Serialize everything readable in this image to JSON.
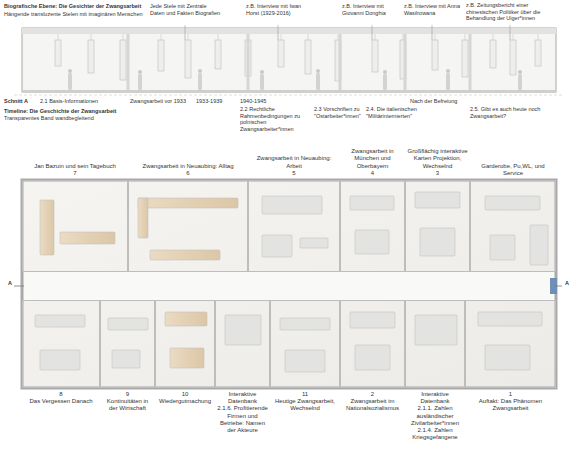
{
  "diagram": {
    "nodes": [
      {
        "text": [
          "Jan Bazuin und sein Tagebuch",
          "7"
        ]
      },
      {
        "text": [
          "Zwangsarbeit in Neuaubing: Alltag",
          "6"
        ]
      },
      {
        "text": [
          "Zwangsarbeit in Neuaubing: Arbeit",
          "5"
        ]
      },
      {
        "text": [
          "Zwangsarbeit in München und Oberbayern",
          "4"
        ]
      },
      {
        "text": [
          "Großflächig interaktive Karten Projektion, Wechselnd",
          "3"
        ]
      },
      {
        "text": [
          "Garderobe, Pu,WL, und Service"
        ]
      },
      {
        "text": [
          "8",
          "Das Vergessen Danach"
        ]
      },
      {
        "text": [
          "9",
          "Kontinuitäten in der Wirtschaft"
        ]
      },
      {
        "text": [
          "10",
          "Wiedergutmachung"
        ]
      },
      {
        "text": [
          "Interaktive Datenbank",
          "2.1.6. Profitierende Firmen und Betriebe: Namen der Akteure"
        ]
      },
      {
        "text": [
          "11",
          "Heutige Zwangsarbeit, Wechselnd"
        ]
      },
      {
        "text": [
          "2",
          "Zwangsarbeit im Nationalsozialismus"
        ]
      },
      {
        "text": [
          "Interaktive Datenbank",
          "2.1.1. Zahlen ausländischer Zivilarbeiter*innen 2.1.4. Zahlen Kriegsgefangene"
        ]
      },
      {
        "text": [
          "1",
          "Auftakt: Das Phänomen Zwangsarbeit"
        ]
      }
    ],
    "labels": [
      "Biografische Ebene: Die Gesichter der Zwangsarbeit",
      "Hängende transluzente Stelen mit imaginären Menschen",
      "Jede Stele mit Zentrale Daten und Fakten Biografien",
      "z.B. Interview mit Iwan Horst (1929-2016)",
      "z.B. Interview mit Giovanni Donghia",
      "z.B. Interview mit Anna Wasilrowana",
      "z.B. Zeitungsbericht einer chinesischen Politiker über die Behandlung der Uiger*innen",
      "Schnitt A",
      "Timeline: Die Geschichte der Zwangsarbeit",
      "Transparentes Band wandbegleitend",
      "2.1 Basis-Informationen",
      "Zwangsarbeit vor 1933",
      "1933-1939",
      "1940-1945",
      "2.2 Rechtliche Rahmenbedingungen zu polnischen Zwangsarbeiter*innen",
      "2.3 Vorschriften zu \"Ostarbeiter*innen\"",
      "2.4. Die italienischen \"Militärinternierten\"",
      "Nach der Befreiung",
      "2.5. Gibt es auch heute noch Zwangsarbeit?",
      "A",
      "A"
    ]
  }
}
